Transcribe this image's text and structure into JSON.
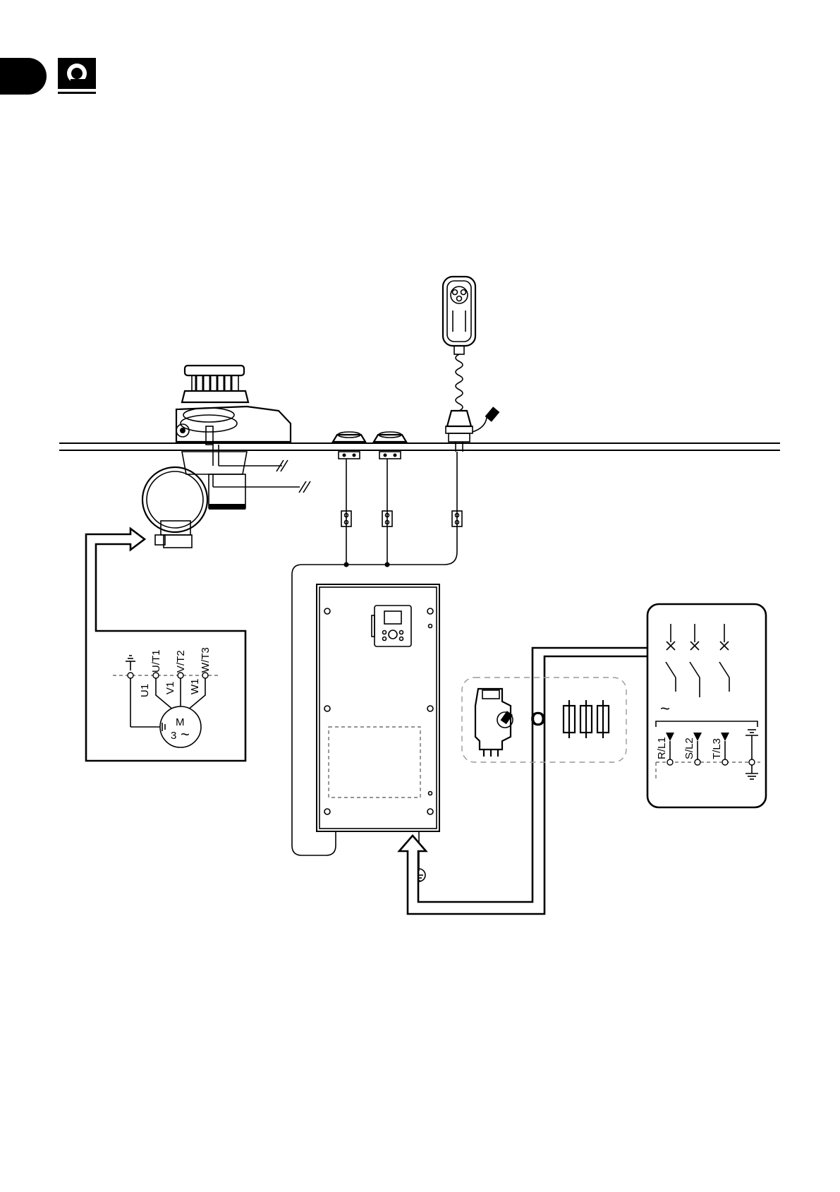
{
  "header": {
    "section_tab_color": "#000000",
    "logo_icon": "quick-logo-icon"
  },
  "motor": {
    "earth_symbol": "⏚",
    "terminals_top": [
      "U/T1",
      "V/T2",
      "W/T3"
    ],
    "terminals_bottom": [
      "U1",
      "V1",
      "W1"
    ],
    "motor_letter": "M",
    "motor_phase": "3",
    "motor_ac_symbol": "~"
  },
  "breaker": {
    "or_label": "O"
  },
  "supply": {
    "ac_symbol": "~",
    "terminals": [
      "R/L1",
      "S/L2",
      "T/L3"
    ]
  }
}
